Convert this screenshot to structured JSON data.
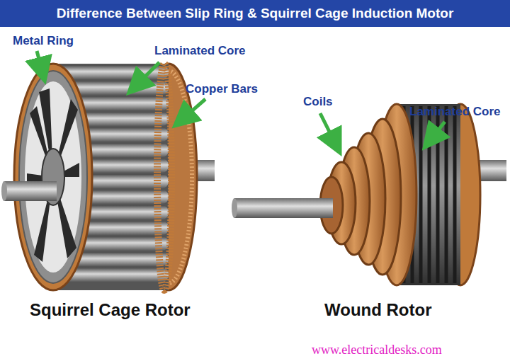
{
  "diagram": {
    "title": "Difference Between Slip Ring & Squirrel Cage Induction Motor",
    "labels": [
      "Metal Ring",
      "Laminated Core",
      "Copper Bars",
      "Coils",
      "Laminated Core",
      "Squirrel Cage Rotor",
      "Wound Rotor",
      "www.electricaldesks.com"
    ]
  }
}
